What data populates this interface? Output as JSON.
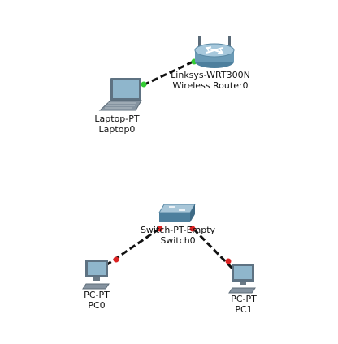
{
  "devices": {
    "router0": {
      "model": "Linksys-WRT300N",
      "name": "Wireless Router0"
    },
    "laptop0": {
      "model": "Laptop-PT",
      "name": "Laptop0"
    },
    "switch0": {
      "model": "Switch-PT-Empty",
      "name": "Switch0"
    },
    "pc0": {
      "model": "PC-PT",
      "name": "PC0"
    },
    "pc1": {
      "model": "PC-PT",
      "name": "PC1"
    }
  },
  "colors": {
    "link_line": "#111111",
    "link_up": "#33cc33",
    "link_down": "#dd2222"
  }
}
